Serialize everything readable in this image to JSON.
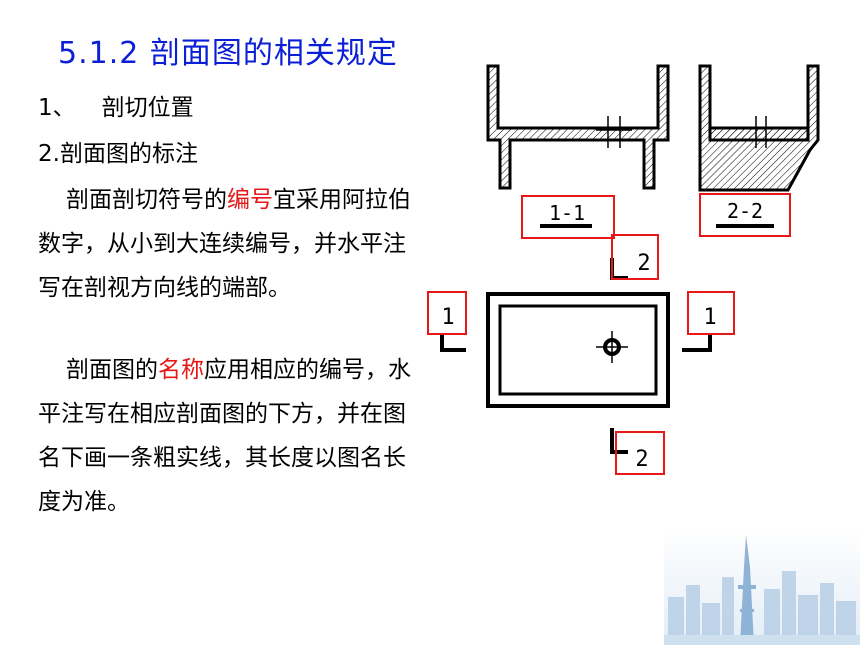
{
  "title": "5.1.2 剖面图的相关规定",
  "items": [
    {
      "num": "1、",
      "text": "剖切位置"
    },
    {
      "num": "2.",
      "text": "剖面图的标注"
    }
  ],
  "paragraph1": {
    "before": "剖面剖切符号的",
    "highlight": "编号",
    "after": "宜采用阿拉伯数字，从小到大连续编号，并水平注写在剖视方向线的端部。"
  },
  "paragraph2": {
    "before": "剖面图的",
    "highlight": "名称",
    "after": "应用相应的编号，水平注写在相应剖面图的下方，并在图名下画一条粗实线，其长度以图名长度为准。"
  },
  "drawing": {
    "section_label_1": "1-1",
    "section_label_2": "2-2",
    "cut_mark_top": "2",
    "cut_mark_bottom": "2",
    "cut_mark_left": "1",
    "cut_mark_right": "1"
  },
  "colors": {
    "title": "#0b1fd6",
    "highlight": "#e81818",
    "annotation_box": "#e81818"
  }
}
